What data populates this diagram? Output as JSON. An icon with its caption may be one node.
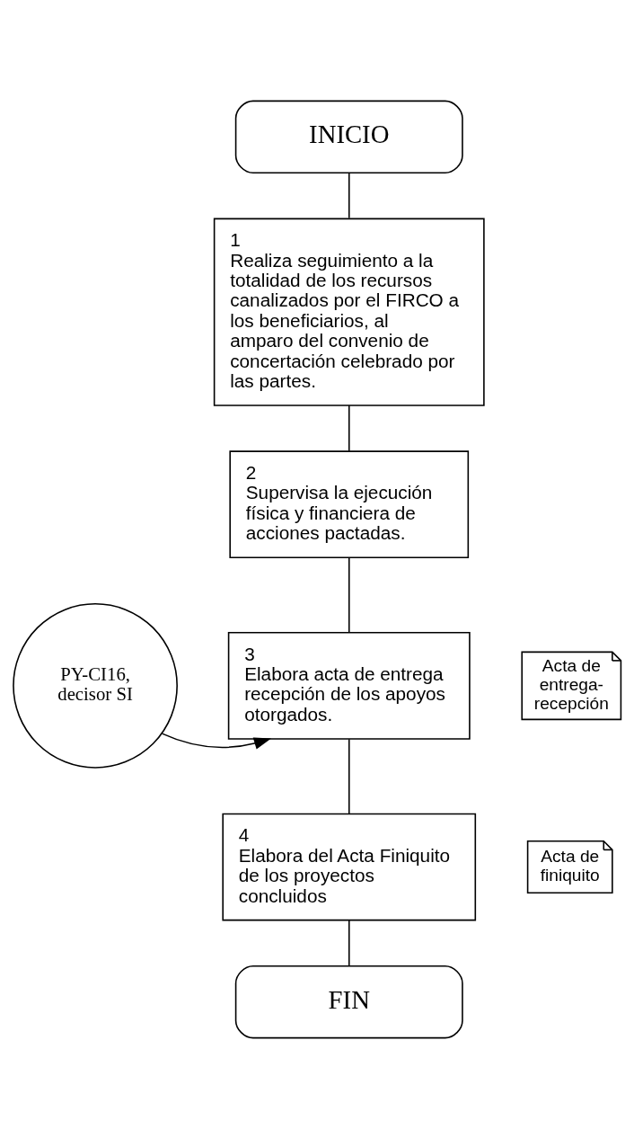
{
  "diagram": {
    "nodes": [
      {
        "text": [
          "INICIO"
        ]
      },
      {
        "text": [
          "1",
          "Realiza seguimiento a la totalidad de los recursos canalizados por el FIRCO a los beneficiarios, al amparo del convenio de concertación celebrado por las partes."
        ]
      },
      {
        "text": [
          "2",
          "Supervisa la ejecución física y financiera de acciones pactadas."
        ]
      },
      {
        "text": [
          "PY-CI16, decisor SI"
        ]
      },
      {
        "text": [
          "3",
          "Elabora acta de entrega recepción de los apoyos otorgados."
        ]
      },
      {
        "text": [
          "Acta de entrega-recepción"
        ]
      },
      {
        "text": [
          "4",
          "Elabora del Acta Finiquito de los proyectos concluidos"
        ]
      },
      {
        "text": [
          "Acta de finiquito"
        ]
      },
      {
        "text": [
          "FIN"
        ]
      }
    ],
    "edges": [
      {
        "from": 0,
        "to": 1,
        "arrow": "none"
      },
      {
        "from": 1,
        "to": 2,
        "arrow": "none"
      },
      {
        "from": 2,
        "to": 4,
        "arrow": "none"
      },
      {
        "from": 3,
        "to": 4,
        "arrow": "to"
      },
      {
        "from": 4,
        "to": 6,
        "arrow": "none"
      },
      {
        "from": 6,
        "to": 8,
        "arrow": "none"
      }
    ]
  }
}
